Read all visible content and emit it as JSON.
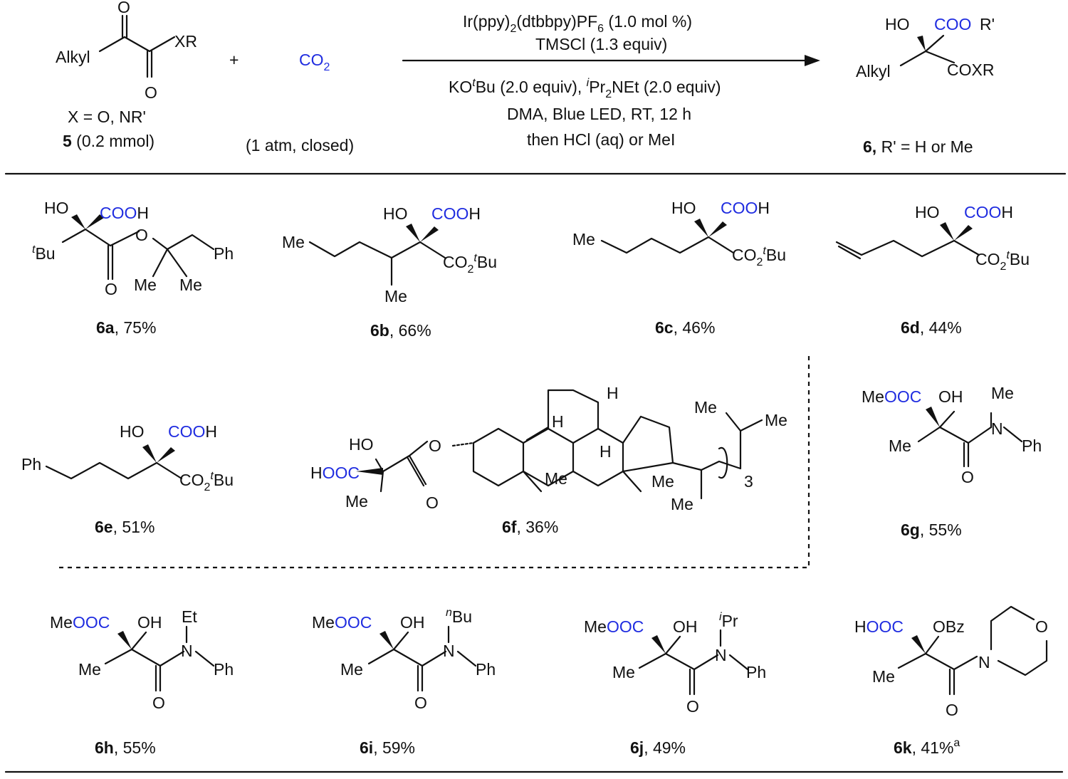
{
  "reaction": {
    "reactant_left": "Alkyl",
    "reactant_xr": "XR",
    "o": "O",
    "x_def": "X = O, NR'",
    "substrate_num": "5",
    "substrate_amt": " (0.2 mmol)",
    "plus": "+",
    "co2_c": "CO",
    "co2_sub": "2",
    "co2_note": "(1 atm, closed)",
    "cond1_a": "Ir(ppy)",
    "cond1_b": "2",
    "cond1_c": "(dtbbpy)PF",
    "cond1_d": "6",
    "cond1_e": " (1.0 mol %)",
    "cond2": "TMSCl (1.3 equiv)",
    "cond3_a": "KO",
    "cond3_b": "t",
    "cond3_c": "Bu (2.0 equiv), ",
    "cond3_d": "i",
    "cond3_e": "Pr",
    "cond3_f": "2",
    "cond3_g": "NEt (2.0 equiv)",
    "cond4": "DMA, Blue LED, RT, 12 h",
    "cond5": "then HCl (aq) or MeI",
    "prod_ho": "HO",
    "prod_cooblue": "COO",
    "prod_r": "R'",
    "prod_alkyl": "Alkyl",
    "prod_coxr": "COXR",
    "prod_num": "6,",
    "prod_note": " R' = H or Me"
  },
  "products": [
    {
      "id": "6a",
      "yield": ", 75%"
    },
    {
      "id": "6b",
      "yield": ", 66%"
    },
    {
      "id": "6c",
      "yield": ", 46%"
    },
    {
      "id": "6d",
      "yield": ", 44%"
    },
    {
      "id": "6e",
      "yield": ", 51%"
    },
    {
      "id": "6f",
      "yield": ", 36%"
    },
    {
      "id": "6g",
      "yield": ", 55%"
    },
    {
      "id": "6h",
      "yield": ", 55%"
    },
    {
      "id": "6i",
      "yield": ", 59%"
    },
    {
      "id": "6j",
      "yield": ", 49%"
    },
    {
      "id": "6k",
      "yield": ", 41%",
      "note": "a"
    }
  ],
  "labels": {
    "ho": "HO",
    "oh": "OH",
    "coo": "COO",
    "h": "H",
    "cooh_blue": "COO",
    "hooc_blue": "OOC",
    "t": "t",
    "bu": "Bu",
    "me": "Me",
    "ph": "Ph",
    "o": "O",
    "h_atom": "H",
    "n": "N",
    "co2": "CO",
    "two": "2",
    "three": "3",
    "et": "Et",
    "n_sup": "n",
    "i_sup": "i",
    "pr": "Pr",
    "obz": "OBz",
    "hoo_prefix": "H",
    "me_prefix": "Me",
    "ooc": "OOC",
    "c": "C"
  },
  "colors": {
    "accent": "#1f2ce0",
    "text": "#111111"
  }
}
